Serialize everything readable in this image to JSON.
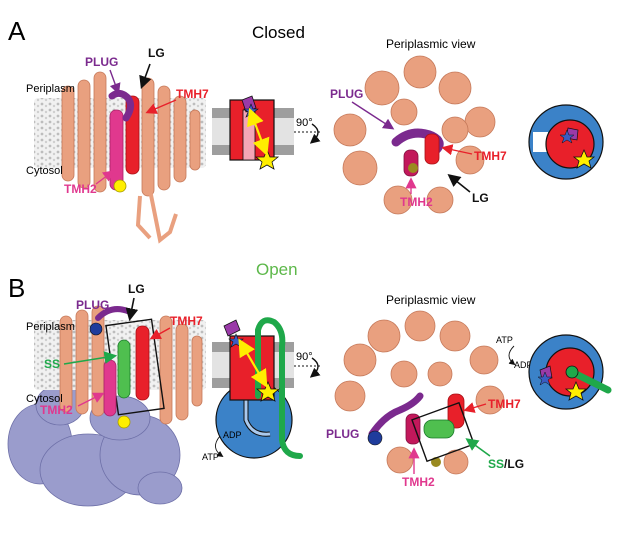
{
  "panel_a": {
    "letter": "A",
    "state": "Closed",
    "periplasm": "Periplasm",
    "cytosol": "Cytosol",
    "plug": "PLUG",
    "lg": "LG",
    "tmh7": "TMH7",
    "tmh2": "TMH2",
    "rotate": "90°",
    "view_title": "Periplasmic view",
    "view_plug": "PLUG",
    "view_tmh7": "TMH7",
    "view_tmh2": "TMH2",
    "view_lg": "LG"
  },
  "panel_b": {
    "letter": "B",
    "state": "Open",
    "plug": "PLUG",
    "lg": "LG",
    "periplasm": "Periplasm",
    "tmh7": "TMH7",
    "ss": "SS",
    "cytosol": "Cytosol",
    "tmh2": "TMH2",
    "adp": "ADP",
    "atp": "ATP",
    "rotate": "90°",
    "view_title": "Periplasmic view",
    "atp2": "ATP",
    "adp2": "ADP",
    "view_tmh7": "TMH7",
    "view_plug": "PLUG",
    "view_tmh2": "TMH2",
    "ss_lg_ss": "SS",
    "ss_lg_sep": "/",
    "ss_lg_lg": "LG"
  },
  "colors": {
    "salmon": "#e9a07f",
    "red": "#e8202a",
    "purple": "#7b2a8e",
    "magenta": "#e0388e",
    "green": "#1fa84a",
    "blue": "#3b82c8",
    "yellow": "#ffee00",
    "lavender": "#9a9ccc"
  }
}
